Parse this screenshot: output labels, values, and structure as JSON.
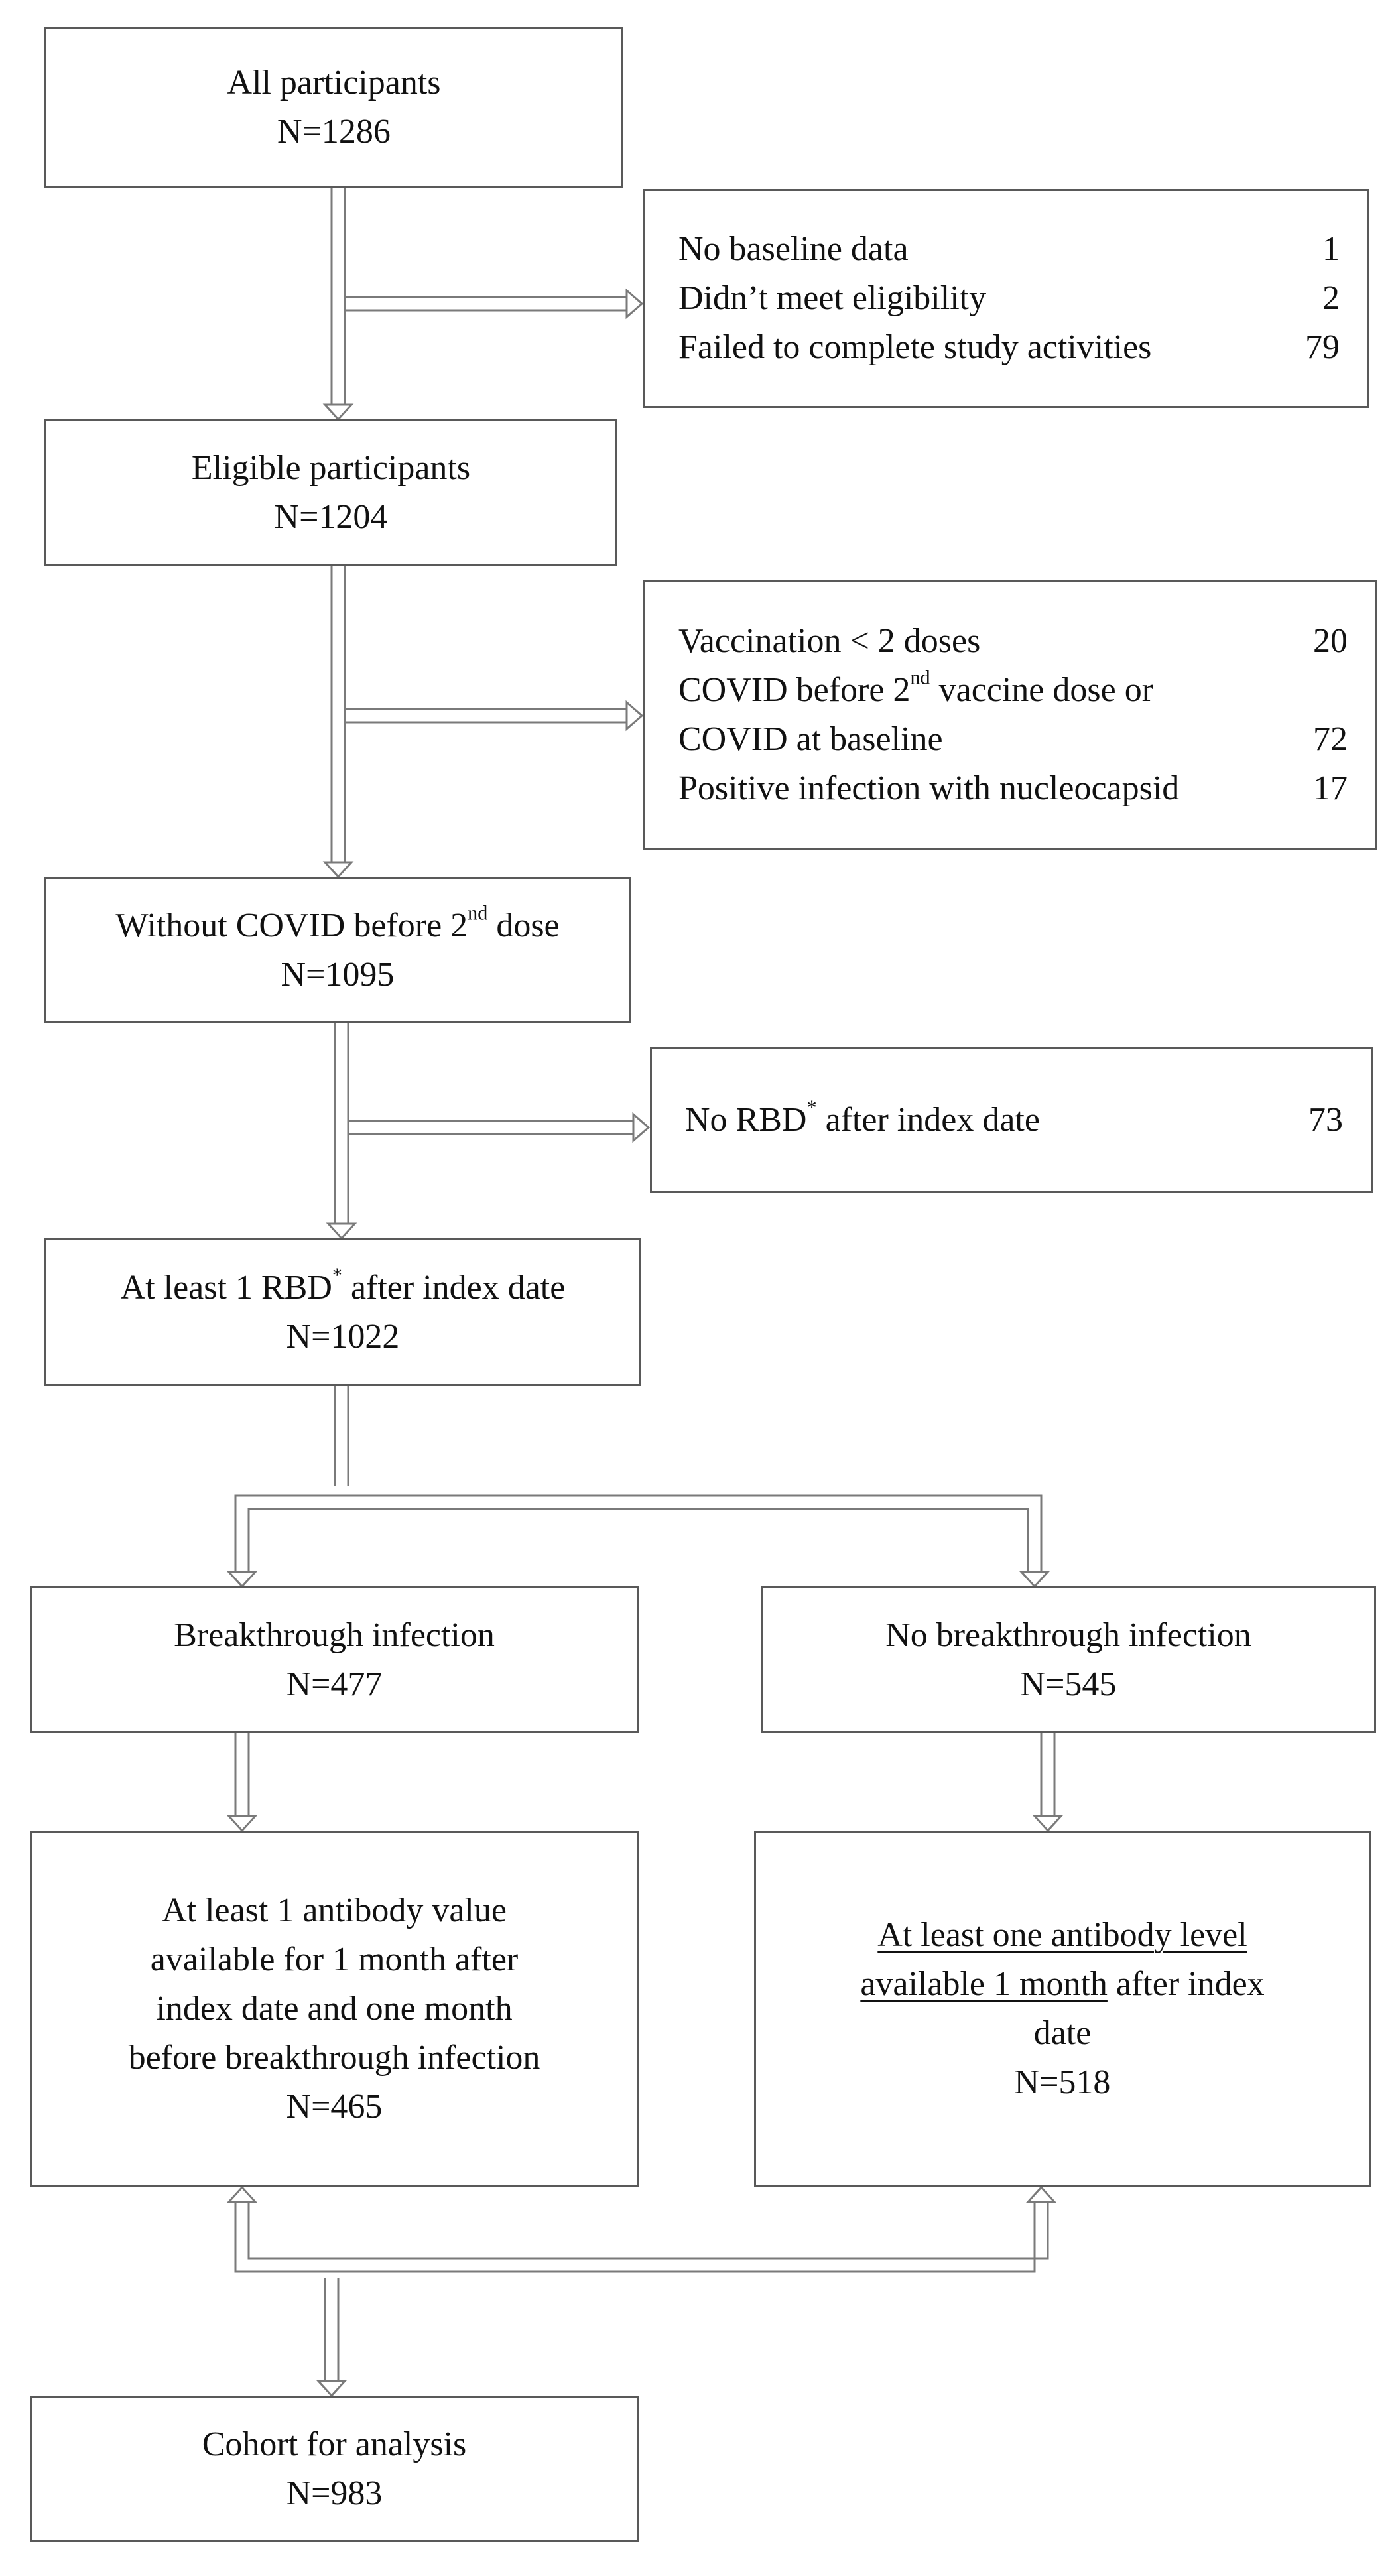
{
  "flowchart": {
    "all": {
      "title": "All participants",
      "count": "N=1286"
    },
    "exclusion_1": [
      {
        "label": "No baseline data",
        "value": "1"
      },
      {
        "label": "Didn’t meet eligibility",
        "value": "2"
      },
      {
        "label": "Failed to complete study activities",
        "value": "79"
      }
    ],
    "eligible": {
      "title": "Eligible participants",
      "count": "N=1204"
    },
    "exclusion_2": {
      "row1": {
        "label": "Vaccination < 2 doses",
        "value": "20"
      },
      "row2_prefix": "COVID before 2",
      "row2_sup": "nd",
      "row2_suffix": " vaccine dose or",
      "row3": {
        "label": "COVID at baseline",
        "value": "72"
      },
      "row4": {
        "label": "Positive infection with nucleocapsid",
        "value": "17"
      }
    },
    "without_covid": {
      "prefix": "Without COVID before 2",
      "sup": "nd",
      "suffix": " dose",
      "count": "N=1095"
    },
    "exclusion_3": {
      "prefix": "No RBD",
      "sup": "*",
      "suffix": " after index date",
      "value": "73"
    },
    "at_least_rbd": {
      "prefix": "At least 1 RBD",
      "sup": "*",
      "suffix": " after index date",
      "count": "N=1022"
    },
    "breakthrough": {
      "title": "Breakthrough infection",
      "count": "N=477"
    },
    "no_breakthrough": {
      "title": "No breakthrough infection",
      "count": "N=545"
    },
    "antibody_left": {
      "lines": [
        "At least 1 antibody value",
        "available for 1 month after",
        "index date and one month",
        "before breakthrough infection"
      ],
      "count": "N=465"
    },
    "antibody_right": {
      "line1": "At least one antibody level",
      "line2_underlined": "available 1 month",
      "line2_rest": " after index",
      "line3": "date",
      "count": "N=518"
    },
    "cohort": {
      "title": "Cohort for analysis",
      "count": "N=983"
    }
  }
}
